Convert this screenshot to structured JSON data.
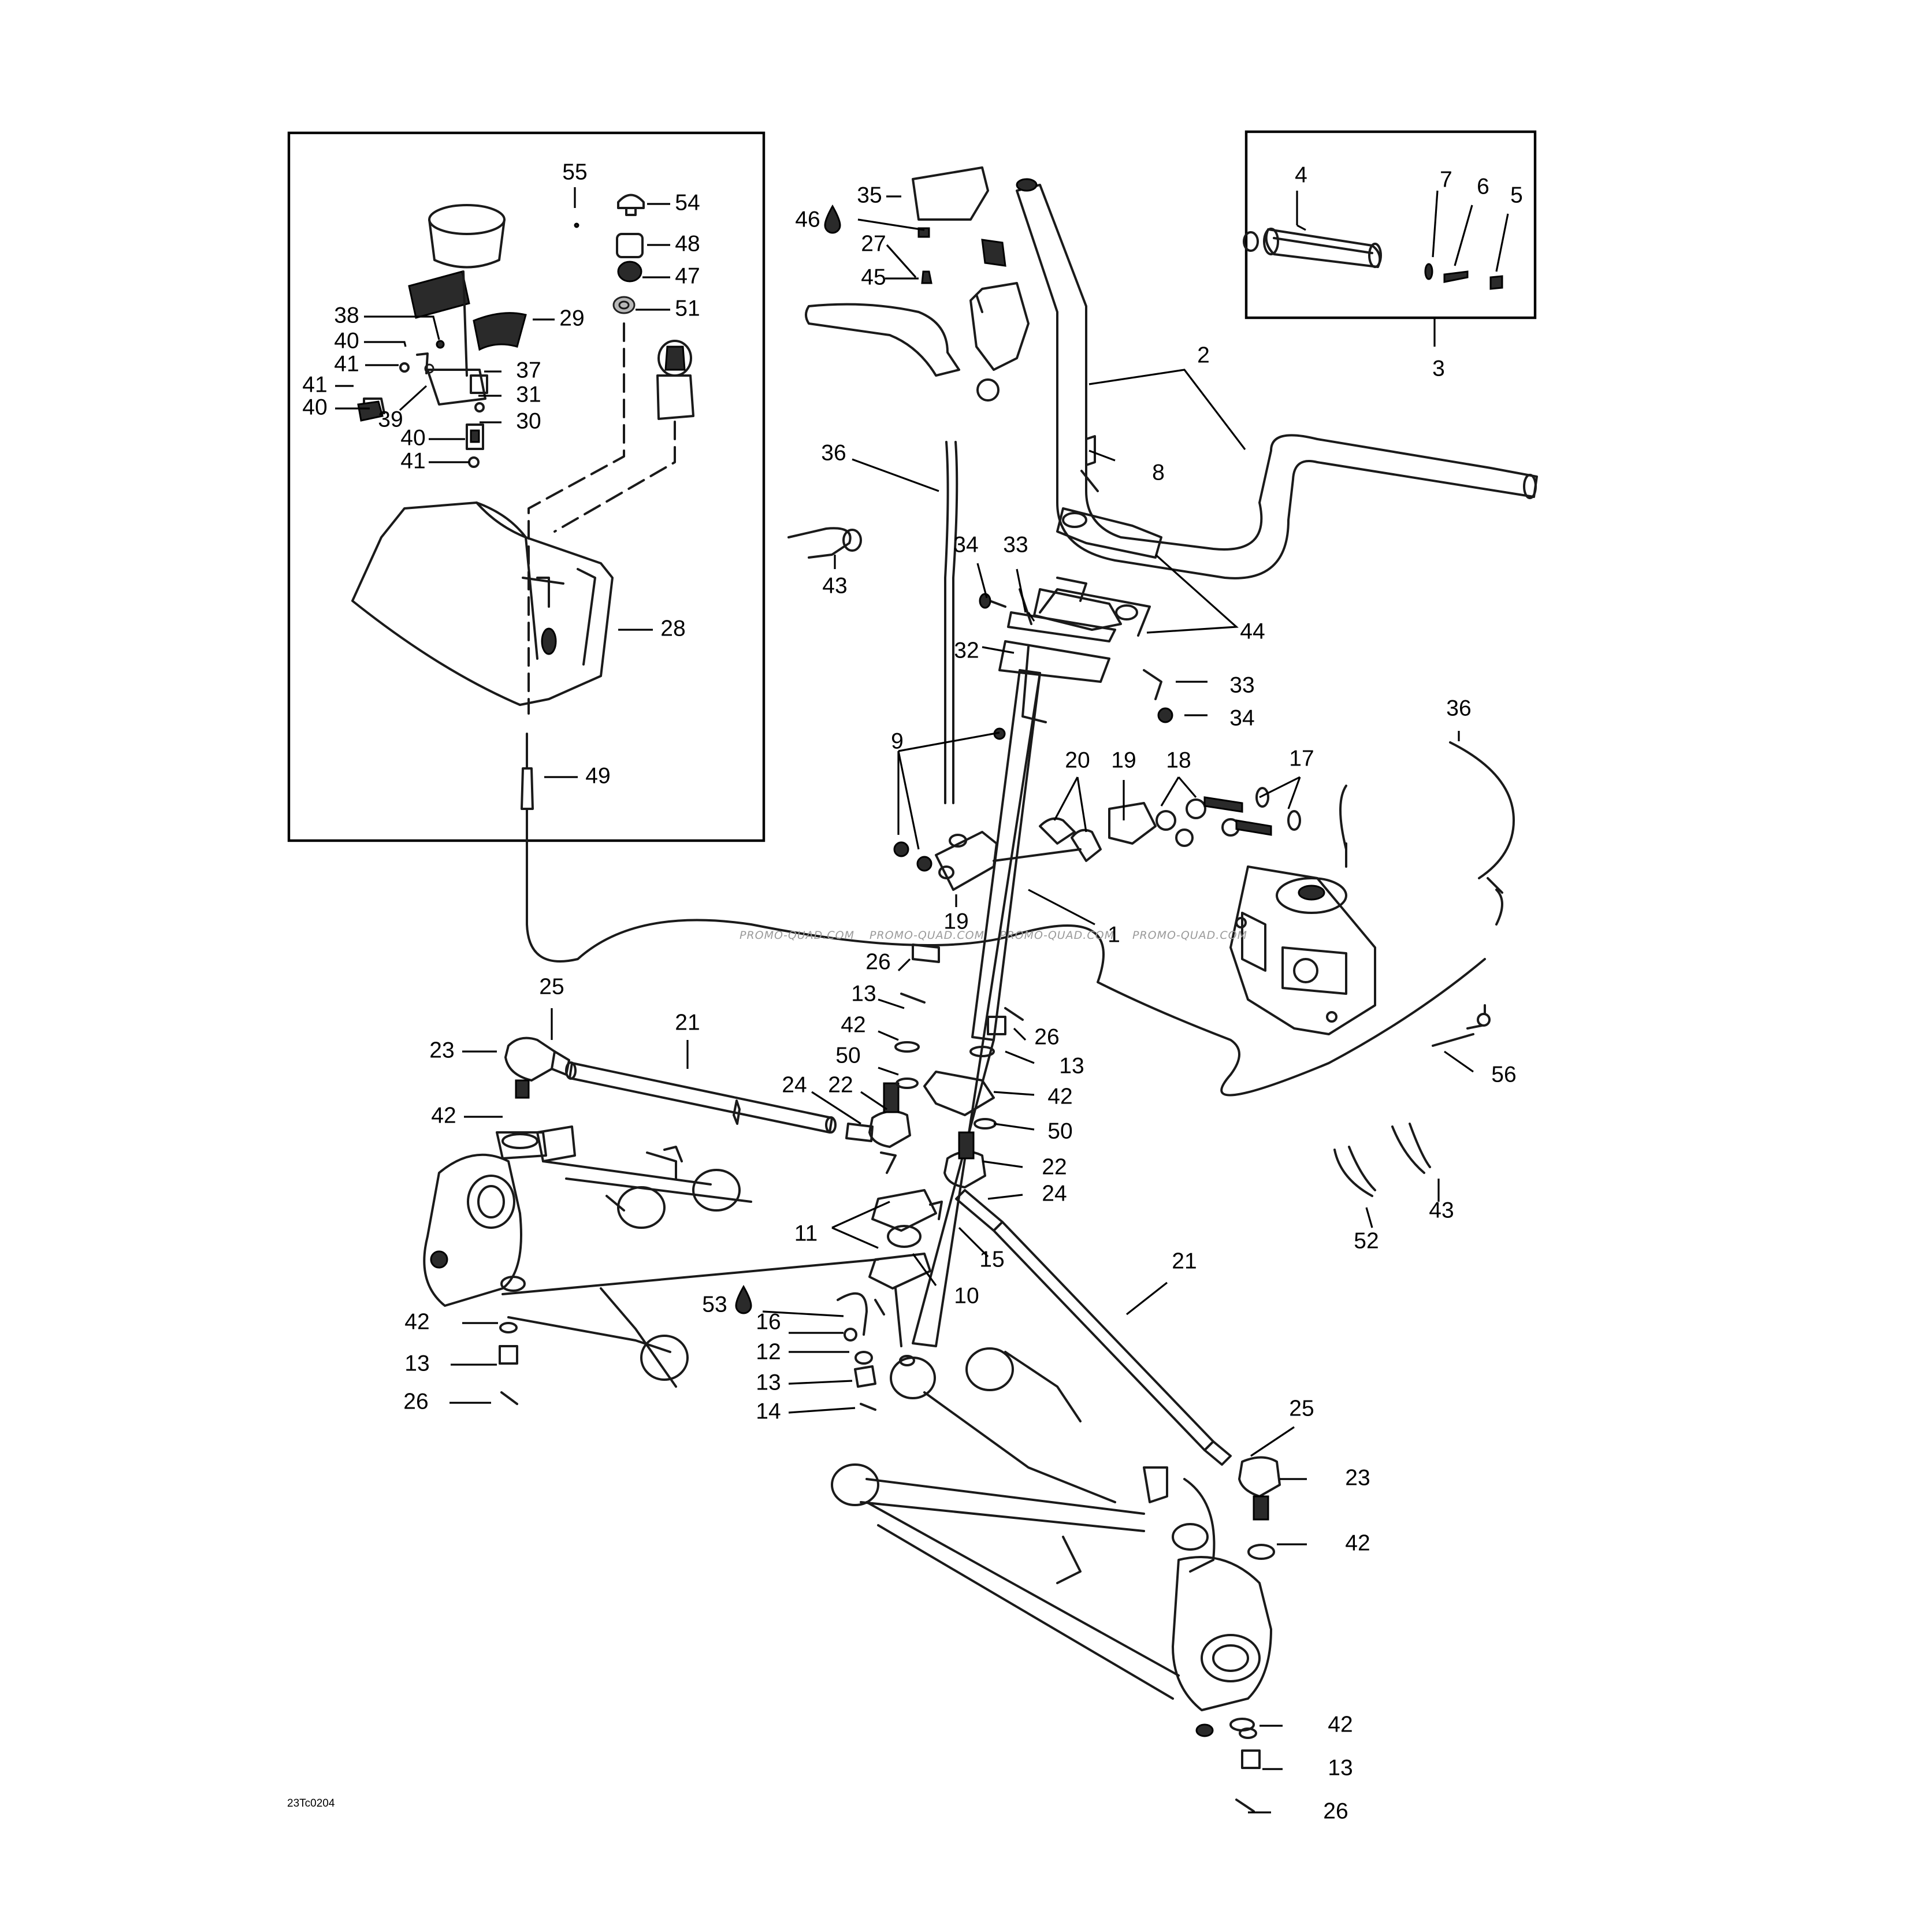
{
  "diagram": {
    "drawing_code": "23Tc0204",
    "watermark": "PROMO-QUAD.COM",
    "inset_left_parts": [
      "55",
      "54",
      "48",
      "47",
      "51",
      "38",
      "40",
      "41",
      "29",
      "37",
      "31",
      "39",
      "30",
      "28",
      "49"
    ],
    "inset_right_parts": [
      "4",
      "7",
      "6",
      "5",
      "3"
    ],
    "callouts": {
      "c55": "55",
      "c54": "54",
      "c48": "48",
      "c47": "47",
      "c51": "51",
      "c38": "38",
      "c40a": "40",
      "c41a": "41",
      "c29": "29",
      "c41b": "41",
      "c37": "37",
      "c40b": "40",
      "c31": "31",
      "c39": "39",
      "c30": "30",
      "c40c": "40",
      "c41c": "41",
      "c28": "28",
      "c49": "49",
      "c35": "35",
      "c46": "46",
      "c27": "27",
      "c45": "45",
      "c4": "4",
      "c7": "7",
      "c6": "6",
      "c5": "5",
      "c3": "3",
      "c2": "2",
      "c8": "8",
      "c36a": "36",
      "c43a": "43",
      "c34a": "34",
      "c33a": "33",
      "c44": "44",
      "c32": "32",
      "c33b": "33",
      "c34b": "34",
      "c36b": "36",
      "c9": "9",
      "c20": "20",
      "c19a": "19",
      "c18": "18",
      "c17": "17",
      "c19b": "19",
      "c1": "1",
      "c25a": "25",
      "c26a": "26",
      "c13a": "13",
      "c21a": "21",
      "c42a": "42",
      "c26b": "26",
      "c23a": "23",
      "c50a": "50",
      "c13b": "13",
      "c42b": "42",
      "c24a": "24",
      "c22a": "22",
      "c42c": "42",
      "c50b": "50",
      "c22b": "22",
      "c24b": "24",
      "c56": "56",
      "c11": "11",
      "c15": "15",
      "c52": "52",
      "c43b": "43",
      "c10": "10",
      "c21b": "21",
      "c53": "53",
      "c16": "16",
      "c42d": "42",
      "c12": "12",
      "c13c": "13",
      "c13d": "13",
      "c26c": "26",
      "c14": "14",
      "c25b": "25",
      "c23b": "23",
      "c42e": "42",
      "c42f": "42",
      "c13e": "13",
      "c26d": "26"
    }
  }
}
